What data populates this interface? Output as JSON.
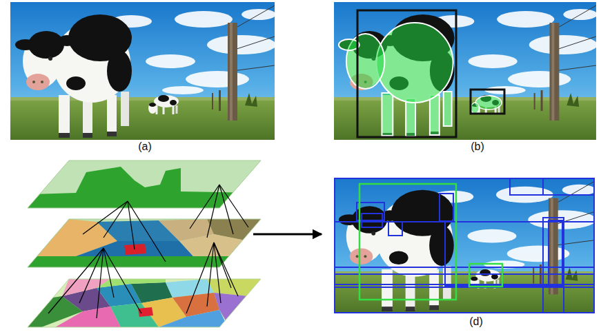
{
  "diagram": {
    "labels": [
      "(a)",
      "(b)",
      "(d)"
    ]
  }
}
